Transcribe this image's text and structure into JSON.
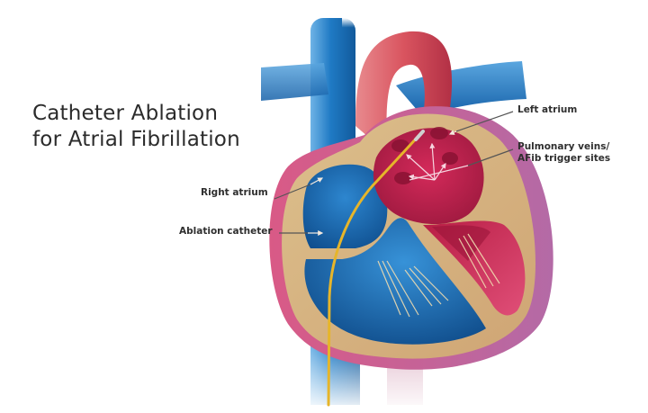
{
  "title": {
    "line1": "Catheter Ablation",
    "line2": "for Atrial Fibrillation"
  },
  "labels": {
    "left_atrium": "Left atrium",
    "pulmonary_line1": "Pulmonary veins/",
    "pulmonary_line2": "AFib trigger sites",
    "right_atrium": "Right atrium",
    "ablation_catheter": "Ablation catheter"
  },
  "colors": {
    "deoxygenated_blue": "#1f6fb5",
    "oxygenated_red": "#c8234f",
    "heart_wall_tan": "#d9b783",
    "catheter_yellow": "#e8b92a",
    "leader_line": "#555555",
    "title_text": "#2b2b2b"
  }
}
